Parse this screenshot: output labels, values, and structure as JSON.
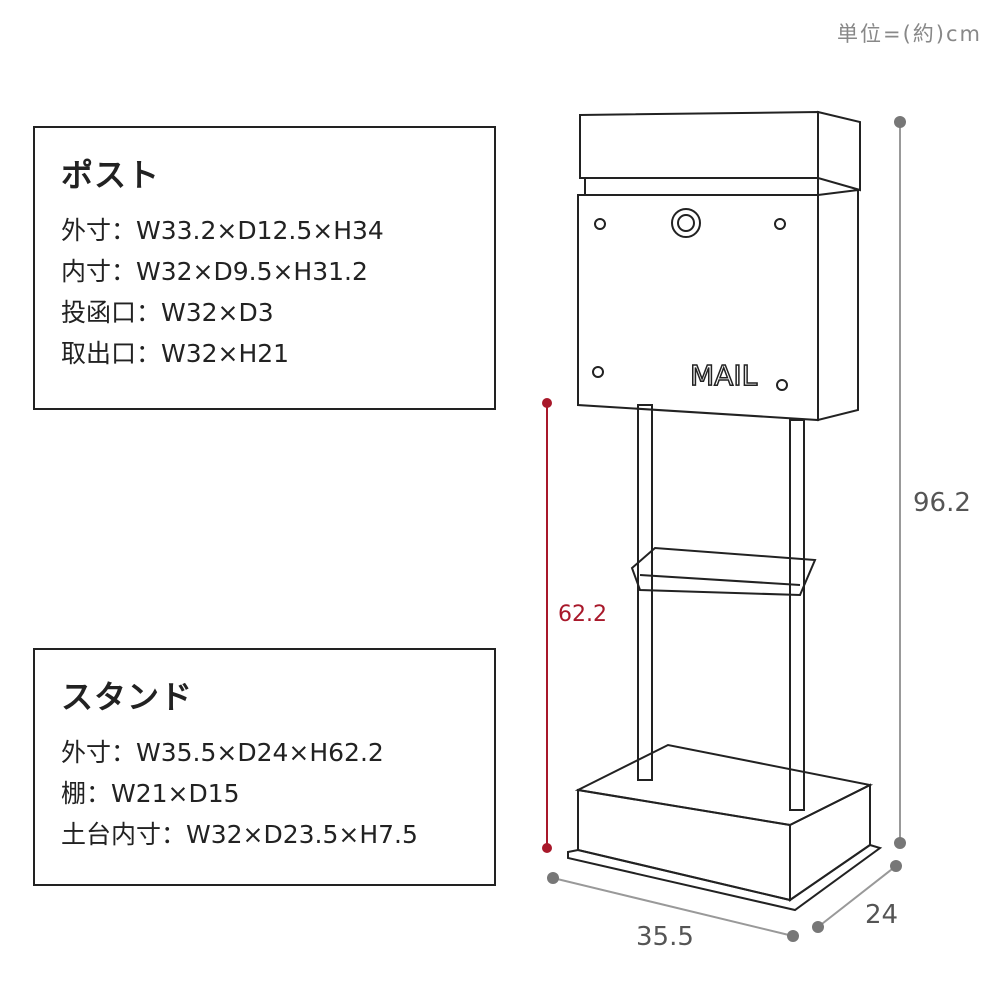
{
  "unit": "単位=(約)cm",
  "post": {
    "title": "ポスト",
    "lines": [
      "外寸：W33.2×D12.5×H34",
      "内寸：W32×D9.5×H31.2",
      "投函口：W32×D3",
      "取出口：W32×H21"
    ]
  },
  "stand": {
    "title": "スタンド",
    "lines": [
      "外寸：W35.5×D24×H62.2",
      "棚：W21×D15",
      "土台内寸：W32×D23.5×H7.5"
    ]
  },
  "dimensions": {
    "total_height": "96.2",
    "stand_height": "62.2",
    "width": "35.5",
    "depth": "24"
  },
  "mailbox_label": "MAIL",
  "colors": {
    "accent": "#a8182a",
    "dot": "#777777"
  }
}
